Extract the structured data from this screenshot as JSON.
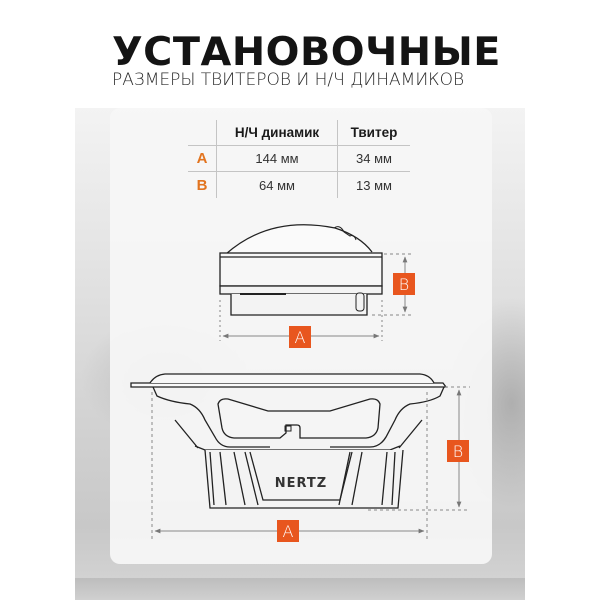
{
  "header": {
    "title": "УСТАНОВОЧНЫЕ",
    "subtitle": "РАЗМЕРЫ ТВИТЕРОВ И Н/Ч ДИНАМИКОВ"
  },
  "table": {
    "columns": [
      "",
      "Н/Ч динамик",
      "Твитер"
    ],
    "rows": [
      {
        "label": "A",
        "woofer": "144 мм",
        "tweeter": "34 мм"
      },
      {
        "label": "B",
        "woofer": "64 мм",
        "tweeter": "13 мм"
      }
    ]
  },
  "tweeter_drawing": {
    "dim_a_label": "A",
    "dim_b_label": "B"
  },
  "woofer_drawing": {
    "brand": "NERTZ",
    "dim_a_label": "A",
    "dim_b_label": "B"
  },
  "colors": {
    "accent": "#e8561e",
    "row_label": "#e2741f",
    "title": "#141414",
    "line": "#c4c4c4"
  }
}
